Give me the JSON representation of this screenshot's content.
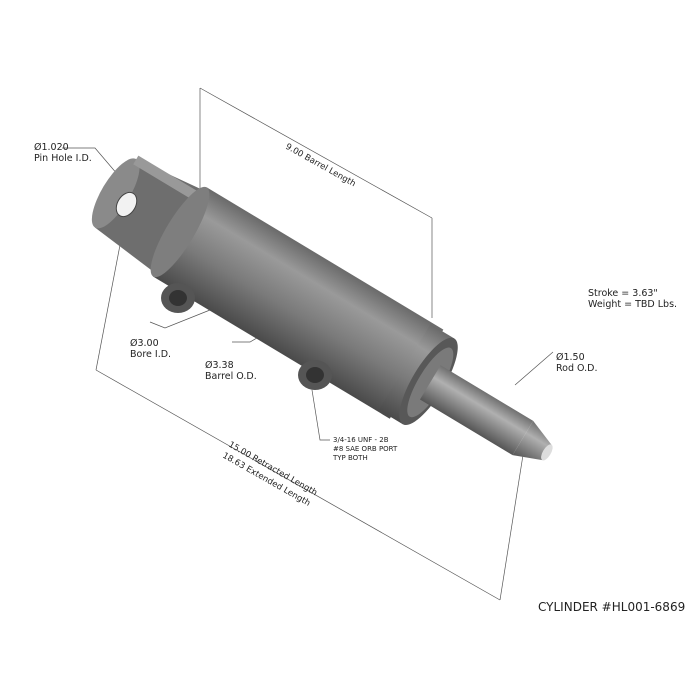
{
  "callouts": {
    "pin_hole": {
      "line1": "Ø1.020",
      "line2": "Pin Hole I.D."
    },
    "bore": {
      "line1": "Ø3.00",
      "line2": "Bore I.D."
    },
    "barrel_od": {
      "line1": "Ø3.38",
      "line2": "Barrel O.D."
    },
    "rod": {
      "line1": "Ø1.50",
      "line2": "Rod O.D."
    },
    "port": {
      "line1": "3/4-16 UNF - 2B",
      "line2": "#8 SAE ORB PORT",
      "line3": "TYP BOTH"
    }
  },
  "dimensions": {
    "barrel_length": "9.00 Barrel Length",
    "retracted_length": "15.00 Retracted Length",
    "extended_length": "18.63 Extended Length"
  },
  "specs": {
    "stroke": "Stroke = 3.63\"",
    "weight": "Weight = TBD Lbs."
  },
  "title": "CYLINDER #HL001-6869"
}
